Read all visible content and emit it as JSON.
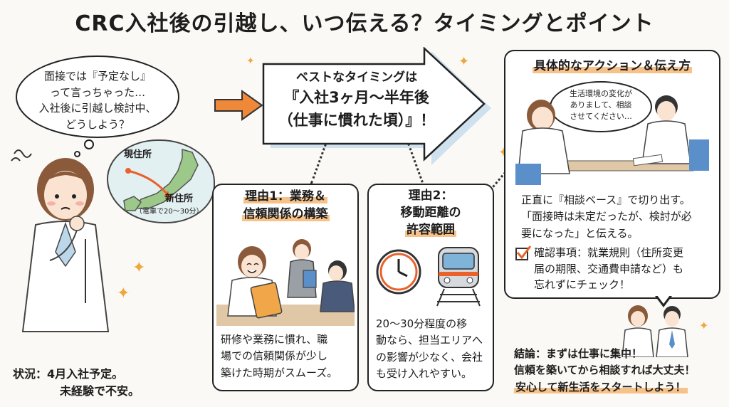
{
  "title": "CRC入社後の引越し、いつ伝える？タイミングとポイント",
  "thought": {
    "line1": "面接では『予定なし』",
    "line2": "って言っちゃった…",
    "line3": "入社後に引越し検討中、",
    "line4": "どうしよう？"
  },
  "map": {
    "current": "現住所",
    "new": "新住所",
    "commute": "（電車で20〜30分）"
  },
  "situation": {
    "line1": "状況：4月入社予定。",
    "line2": "未経験で不安。"
  },
  "arrow": {
    "line1": "ベストなタイミングは",
    "line2": "『入社3ヶ月〜半年後",
    "line3": "（仕事に慣れた頃）』！"
  },
  "reason1": {
    "title1": "理由1：業務＆",
    "title2": "信頼関係の構築",
    "text1": "研修や業務に慣れ、職",
    "text2": "場での信頼関係が少し",
    "text3": "築けた時期がスムーズ。"
  },
  "reason2": {
    "title1": "理由2：",
    "title2": "移動距離の",
    "title3": "許容範囲",
    "text1": "20〜30分程度の移",
    "text2": "動なら、担当エリアへ",
    "text3": "の影響が少なく、会社",
    "text4": "も受け入れやすい。"
  },
  "action": {
    "title": "具体的なアクション＆伝え方",
    "speech1": "生活環境の変化が",
    "speech2": "ありまして、相談",
    "speech3": "させてください…",
    "text1": "正直に『相談ベース』で切り出す。",
    "text2": "「面接時は未定だったが、検討が必",
    "text3": "要になった」と伝える。",
    "check1": "確認事項：就業規則（住所変更",
    "check2": "届の期限、交通費申請など）も",
    "check3": "忘れずにチェック！"
  },
  "conclusion": {
    "line1": "結論：まずは仕事に集中！",
    "line2": "信頼を築いてから相談すれば大丈夫！",
    "line3": "安心して新生活をスタートしよう！"
  },
  "colors": {
    "accent": "#f0883a",
    "highlight": "#f7c28a",
    "check": "#e8622a"
  }
}
